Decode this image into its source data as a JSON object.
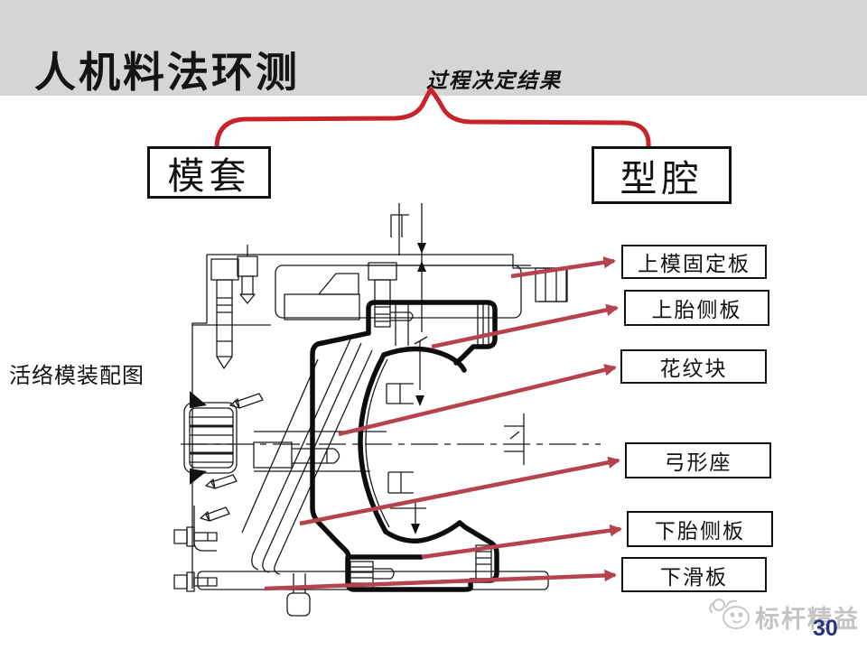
{
  "slide": {
    "title": "人机料法环测",
    "process_note": "过程决定结果",
    "concept_boxes": {
      "left": "模套",
      "right": "型腔"
    },
    "diagram_caption": "活络模装配图",
    "callouts": [
      {
        "label": "上模固定板"
      },
      {
        "label": "上胎侧板"
      },
      {
        "label": "花纹块"
      },
      {
        "label": "弓形座"
      },
      {
        "label": "下胎侧板"
      },
      {
        "label": "下滑板"
      }
    ],
    "footer": {
      "brand": "标杆精益",
      "page_number": "30"
    },
    "colors": {
      "header_band": "#d5d5d5",
      "brace_red": "#c8222b",
      "arrow_red": "#b5424d",
      "drawing_line": "#1a1a1a",
      "page_number_blue": "#27357e",
      "brand_gray": "#c4c4c4"
    }
  }
}
